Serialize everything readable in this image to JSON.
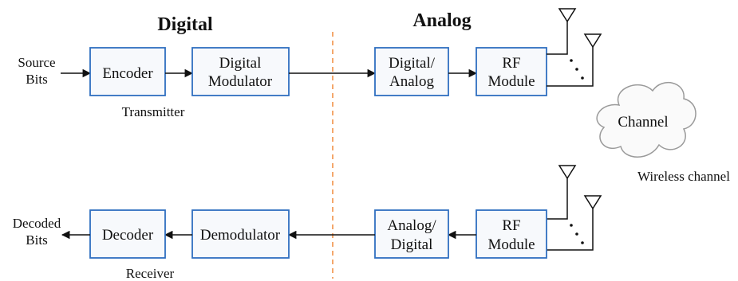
{
  "colors": {
    "box_fill": "#f7f9fc",
    "box_stroke": "#2f6fc0",
    "line": "#111111",
    "divider": "#f08a3c",
    "cloud_stroke": "#9a9a9a",
    "cloud_fill": "#fafafa"
  },
  "sections": {
    "digital": "Digital",
    "analog": "Analog"
  },
  "transmitter": {
    "source_bits": [
      "Source",
      "Bits"
    ],
    "encoder": "Encoder",
    "digital_modulator": [
      "Digital",
      "Modulator"
    ],
    "dac": [
      "Digital/",
      "Analog"
    ],
    "rf_module": [
      "RF",
      "Module"
    ],
    "label": "Transmitter"
  },
  "receiver": {
    "decoded_bits": [
      "Decoded",
      "Bits"
    ],
    "decoder": "Decoder",
    "demodulator": "Demodulator",
    "adc": [
      "Analog/",
      "Digital"
    ],
    "rf_module": [
      "RF",
      "Module"
    ],
    "label": "Receiver"
  },
  "channel": {
    "label": "Channel",
    "caption": "Wireless channel"
  },
  "icons": {
    "antenna": "antenna-icon",
    "cloud": "cloud-icon"
  }
}
